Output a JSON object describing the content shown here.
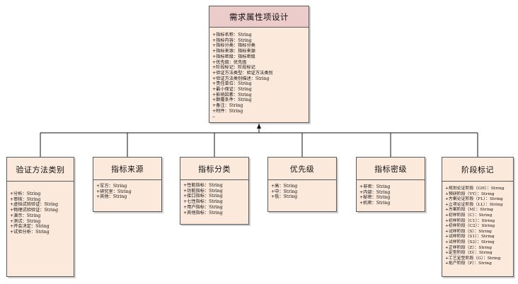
{
  "root": {
    "title": "需求属性项设计",
    "attributes": [
      "+指标名称：String",
      "+指标内容：String",
      "+指标分类：指标分类",
      "+指标来源：指标来源",
      "+指标密级：指标密级",
      "+优先级：优先级",
      "+阶段标记：阶段标记",
      "+验证方法类型：验证方法类别",
      "+验证方法类别描述：String",
      "+责任单位：String",
      "+最小保证：String",
      "+影响因素：String",
      "+颠覆条件：String",
      "+备注：String",
      "+附件：String",
      "--"
    ]
  },
  "children": [
    {
      "id": "verify",
      "title": "验证方法类别",
      "attributes": [
        "+分析：String",
        "+审核：String",
        "+虚拟试验验证：String",
        "+物理试验验证：String",
        "+演示：String",
        "+测试：String",
        "+开会决定：String",
        "+试验分析：String"
      ]
    },
    {
      "id": "source",
      "title": "指标来源",
      "attributes": [
        "+军方：String",
        "+研究室：String",
        "+其他：String"
      ]
    },
    {
      "id": "category",
      "title": "指标分类",
      "attributes": [
        "+性能指标：String",
        "+功能指标：String",
        "+接口指标：String",
        "+七性指标：String",
        "+用户指标：String",
        "+其他指标：String"
      ]
    },
    {
      "id": "priority",
      "title": "优先级",
      "attributes": [
        "+高：String",
        "+中：String",
        "+低：String"
      ]
    },
    {
      "id": "secret",
      "title": "指标密级",
      "attributes": [
        "+非密：String",
        "+内部：String",
        "+秘密：String",
        "+机密：String"
      ]
    },
    {
      "id": "stage",
      "title": "阶段标记",
      "attributes": [
        "+规划论证阶段（GH）：String",
        "+预研阶段（YY）：String",
        "+方案论证阶段（FL）：String",
        "+立项论证阶段（LL）：String",
        "+方案阶段（M）：String",
        "+初样阶段（C）：String",
        "+初样阶段（C1）：String",
        "+初样阶段（C2）：String",
        "+试样阶段（S）：String",
        "+试样阶段（S1）：String",
        "+试样阶段（S2）：String",
        "+正样阶段（Z）：String",
        "+定型阶段（D）：String",
        "+工艺定型阶段（G）：String",
        "+批产阶段（P）：String"
      ]
    }
  ]
}
